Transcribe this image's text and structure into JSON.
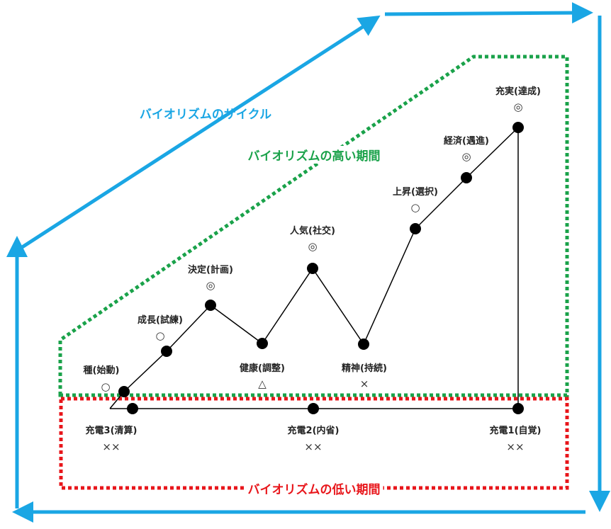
{
  "titles": {
    "cycle": "バイオリズムのサイクル",
    "high": "バイオリズムの高い期間",
    "low": "バイオリズムの低い期間"
  },
  "colors": {
    "cycle": "#1aa6e4",
    "high": "#1aa24a",
    "low": "#e8161b"
  },
  "points": [
    {
      "label": "種(始動)",
      "symbol": "○"
    },
    {
      "label": "成長(試練)",
      "symbol": "○"
    },
    {
      "label": "決定(計画)",
      "symbol": "◎"
    },
    {
      "label": "健康(調整)",
      "symbol": "△"
    },
    {
      "label": "人気(社交)",
      "symbol": "◎"
    },
    {
      "label": "精神(持続)",
      "symbol": "×"
    },
    {
      "label": "上昇(選択)",
      "symbol": "○"
    },
    {
      "label": "経済(遇進)",
      "symbol": "◎"
    },
    {
      "label": "充実(達成)",
      "symbol": "◎"
    }
  ],
  "charges": [
    {
      "label": "充電3(清算)",
      "symbol": "×× "
    },
    {
      "label": "充電2(内省)",
      "symbol": "××"
    },
    {
      "label": "充電1(自覚)",
      "symbol": "××"
    }
  ]
}
